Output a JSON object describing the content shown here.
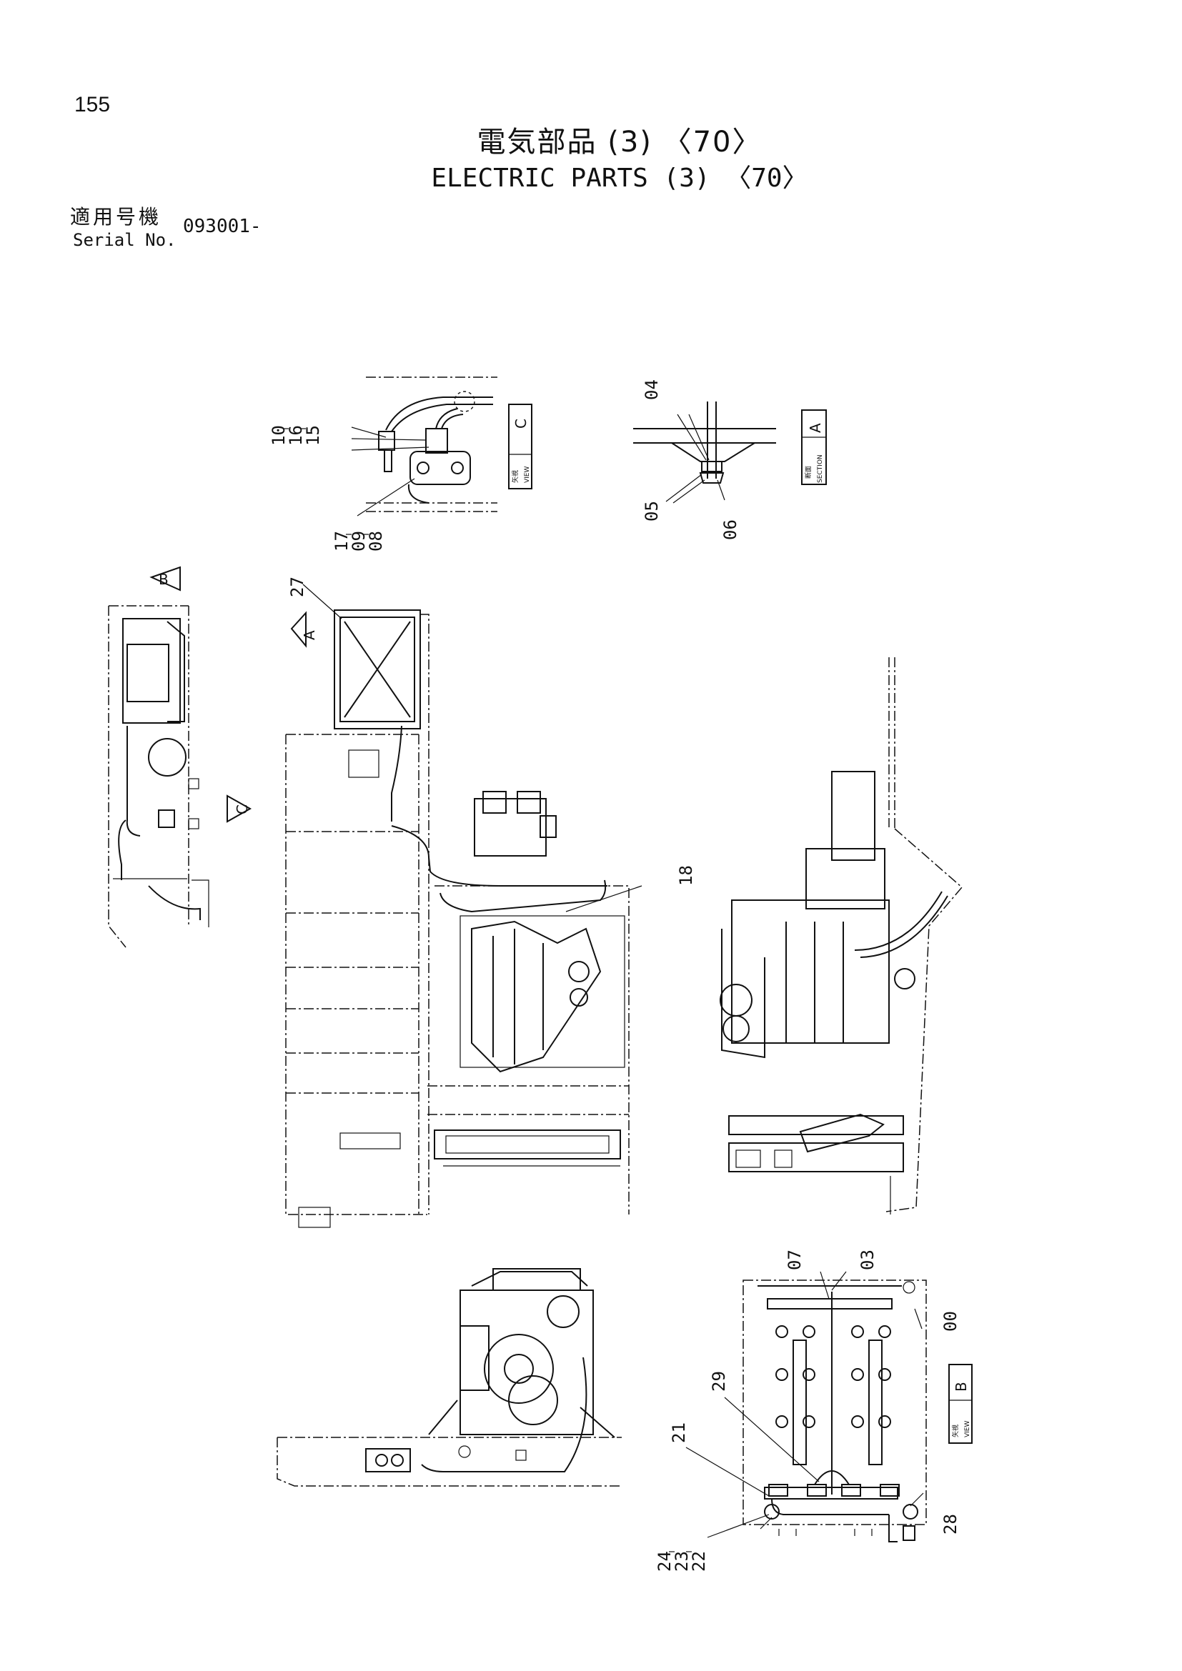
{
  "page_number": "155",
  "title_jp": "電気部品 (3) 〈70〉",
  "title_en": "ELECTRIC PARTS (3) 〈70〉",
  "serial_label_jp": "適用号機",
  "serial_label_en": "Serial No.",
  "serial_value": "093001-",
  "views": {
    "view_c": {
      "letter": "C",
      "jp": "矢視",
      "en": "VIEW"
    },
    "section_a": {
      "letter": "A",
      "jp": "断面",
      "en": "SECTION"
    },
    "view_b": {
      "letter": "B",
      "jp": "矢視",
      "en": "VIEW"
    },
    "marker_a": "A",
    "marker_b": "B",
    "marker_c": "C"
  },
  "callouts": {
    "c00": "00",
    "c03": "03",
    "c04": "04",
    "c05": "05",
    "c06": "06",
    "c07": "07",
    "c08": "08",
    "c09": "09",
    "c10": "10",
    "c15": "15",
    "c16": "16",
    "c17": "17",
    "c18": "18",
    "c21": "21",
    "c22": "22",
    "c23": "23",
    "c24": "24",
    "c27": "27",
    "c28": "28",
    "c29": "29"
  }
}
